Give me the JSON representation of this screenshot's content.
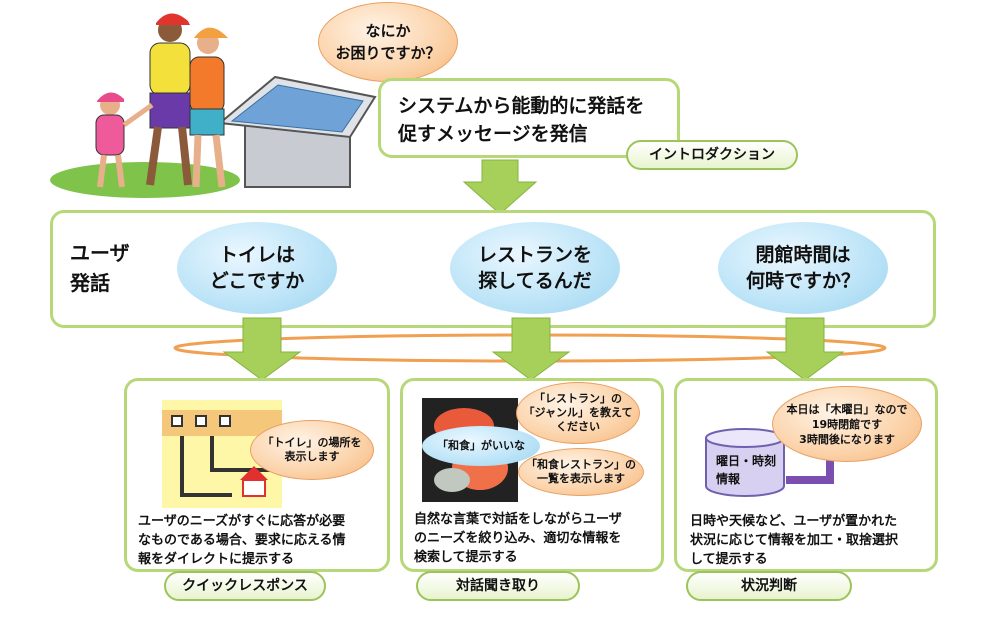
{
  "top_bubble": {
    "text": "なにか\nお困りですか？"
  },
  "intro": {
    "message": "システムから能動的に発話を\n促すメッセージを発信",
    "label": "イントロダクション"
  },
  "user_utterance": {
    "label": "ユーザ\n発話",
    "bubbles": [
      "トイレは\nどこですか",
      "レストランを\n探してるんだ",
      "閉館時間は\n何時ですか？"
    ]
  },
  "quick_response": {
    "bubble": "「トイレ」の場所を\n表示します",
    "description": "ユーザのニーズがすぐに応答が必要\nなものである場合、要求に応える情\n報をダイレクトに提示する",
    "label": "クイックレスポンス"
  },
  "dialogue": {
    "bubble_top": "「レストラン」の\n「ジャンル」を教えて\nください",
    "bubble_user": "「和食」がいいな",
    "bubble_bottom": "「和食レストラン」の\n一覧を表示します",
    "description": "自然な言葉で対話をしながらユーザ\nのニーズを絞り込み、適切な情報を\n検索して提示する",
    "label": "対話聞き取り"
  },
  "situation": {
    "db_label": "曜日・時刻\n情報",
    "bubble": "本日は「木曜日」なので\n19時閉館です\n3時間後になります",
    "description": "日時や天候など、ユーザが置かれた\n状況に応じて情報を加工・取捨選択\nして提示する",
    "label": "状況判断"
  },
  "colors": {
    "panel_border": "#b6d879",
    "arrow": "#a6d05a",
    "ring": "#f0a050",
    "blue_bubble": "#bfe5f8",
    "orange_bubble": "#fbd2a8"
  }
}
